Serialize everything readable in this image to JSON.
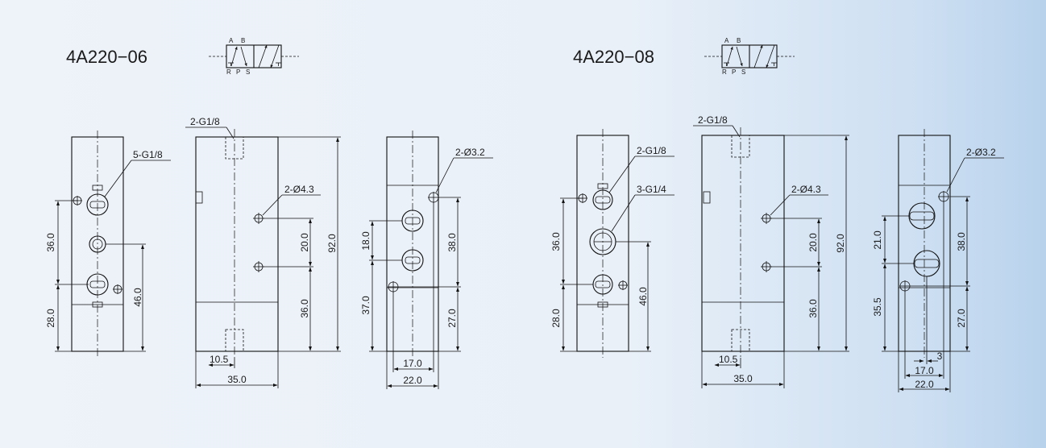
{
  "models": [
    {
      "title": "4A220−06",
      "symbol_ports": {
        "a": "A",
        "b": "B",
        "r": "R",
        "p": "P",
        "s": "S"
      },
      "front": {
        "ports_callout": "5-G1/8",
        "dim_36": "36.0",
        "dim_28": "28.0",
        "dim_46": "46.0"
      },
      "side": {
        "thread_callout": "2-G1/8",
        "hole_callout": "2-Ø4.3",
        "dim_20": "20.0",
        "dim_36": "36.0",
        "dim_92": "92.0",
        "dim_10_5": "10.5",
        "dim_35": "35.0"
      },
      "end": {
        "hole_callout": "2-Ø3.2",
        "dim_18": "18.0",
        "dim_37": "37.0",
        "dim_38": "38.0",
        "dim_27": "27.0",
        "dim_17": "17.0",
        "dim_22": "22.0"
      }
    },
    {
      "title": "4A220−08",
      "symbol_ports": {
        "a": "A",
        "b": "B",
        "r": "R",
        "p": "P",
        "s": "S"
      },
      "front": {
        "ports_callout_a": "2-G1/8",
        "ports_callout_b": "3-G1/4",
        "dim_36": "36.0",
        "dim_28": "28.0",
        "dim_46": "46.0"
      },
      "side": {
        "thread_callout": "2-G1/8",
        "hole_callout": "2-Ø4.3",
        "dim_20": "20.0",
        "dim_36": "36.0",
        "dim_92": "92.0",
        "dim_10_5": "10.5",
        "dim_35": "35.0"
      },
      "end": {
        "hole_callout": "2-Ø3.2",
        "dim_21": "21.0",
        "dim_35_5": "35.5",
        "dim_38": "38.0",
        "dim_27": "27.0",
        "dim_3": "3",
        "dim_17": "17.0",
        "dim_22": "22.0"
      }
    }
  ]
}
